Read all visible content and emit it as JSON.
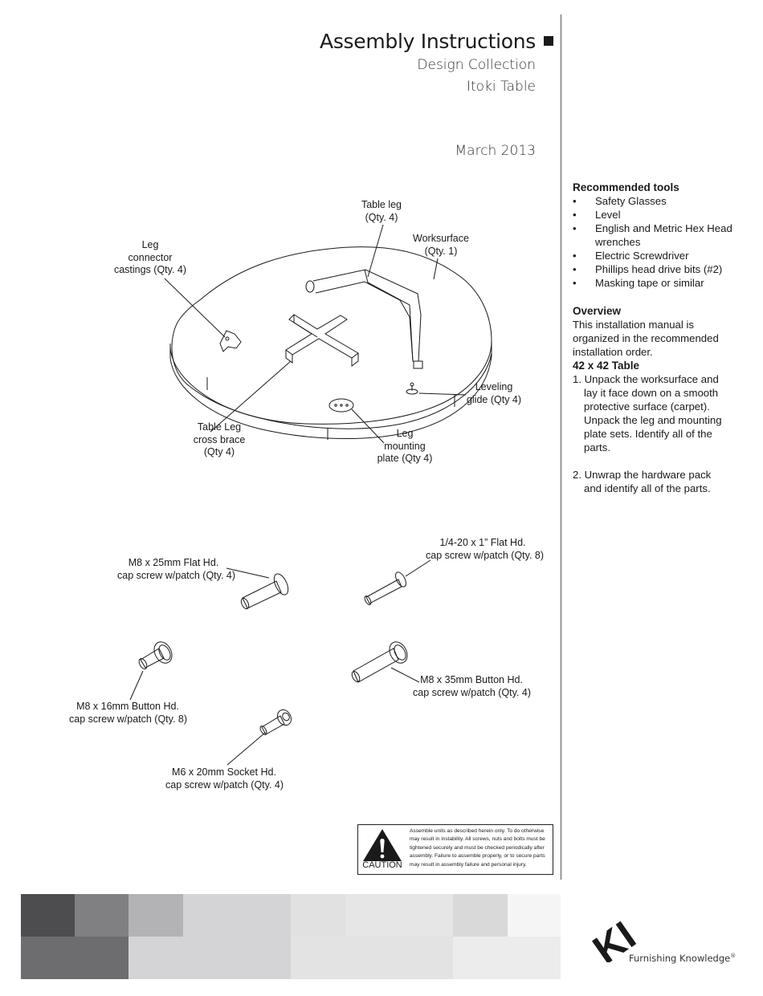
{
  "header": {
    "title": "Assembly Instructions",
    "subtitle1": "Design Collection",
    "subtitle2": "Itoki Table",
    "date": "March 2013"
  },
  "sidebar": {
    "tools_heading": "Recommended tools",
    "bullet": "•",
    "tools": [
      "Safety Glasses",
      "Level",
      "English and Metric Hex Head wrenches",
      "Electric Screwdriver",
      "Phillips head drive bits (#2)",
      "Masking tape or similar"
    ],
    "overview_heading": "Overview",
    "overview_text": "This installation manual is organized in the recommended installation order.",
    "section_heading": "42 x 42 Table",
    "steps": [
      "1. Unpack the worksurface and lay it face down on a smooth protective surface (carpet). Unpack the leg and mounting plate sets.  Identify all of the parts.",
      "2. Unwrap the hardware pack and identify all of the parts."
    ]
  },
  "diagram": {
    "table_leg": [
      "Table leg",
      "(Qty. 4)"
    ],
    "worksurface": [
      "Worksurface",
      "(Qty. 1)"
    ],
    "leg_connector": [
      "Leg",
      "connector",
      "castings (Qty. 4)"
    ],
    "leveling_glide": [
      "Leveling",
      "glide (Qty 4)"
    ],
    "cross_brace": [
      "Table Leg",
      "cross brace",
      "(Qty 4)"
    ],
    "mounting_plate": [
      "Leg",
      "mounting",
      "plate (Qty 4)"
    ]
  },
  "hardware": {
    "m8_25": [
      "M8 x 25mm Flat Hd.",
      "cap screw w/patch (Qty. 4)"
    ],
    "quarter_20": [
      "1/4-20 x 1” Flat Hd.",
      "cap screw w/patch (Qty. 8)"
    ],
    "m8_16": [
      "M8 x 16mm Button Hd.",
      "cap screw w/patch (Qty. 8)"
    ],
    "m8_35": [
      "M8 x 35mm Button Hd.",
      "cap screw w/patch (Qty. 4)"
    ],
    "m6_20": [
      "M6 x 20mm Socket Hd.",
      "cap screw w/patch (Qty. 4)"
    ]
  },
  "caution": {
    "word": "CAUTION",
    "text": "Assemble units as described herein only. To do otherwise may result in instability. All screws, nuts and bolts must be tightened securely and must be checked periodically after assembly. Failure to assemble properly, or to secure parts may result in assembly failure and personal injury."
  },
  "footer": {
    "logo_text": "KI",
    "tagline": "Furnishing Knowledge",
    "registered": "®",
    "colors": [
      "#4d4d4f",
      "#808082",
      "#b3b3b5",
      "#d4d4d6",
      "#e6e6e7",
      "#f2f2f2"
    ]
  }
}
